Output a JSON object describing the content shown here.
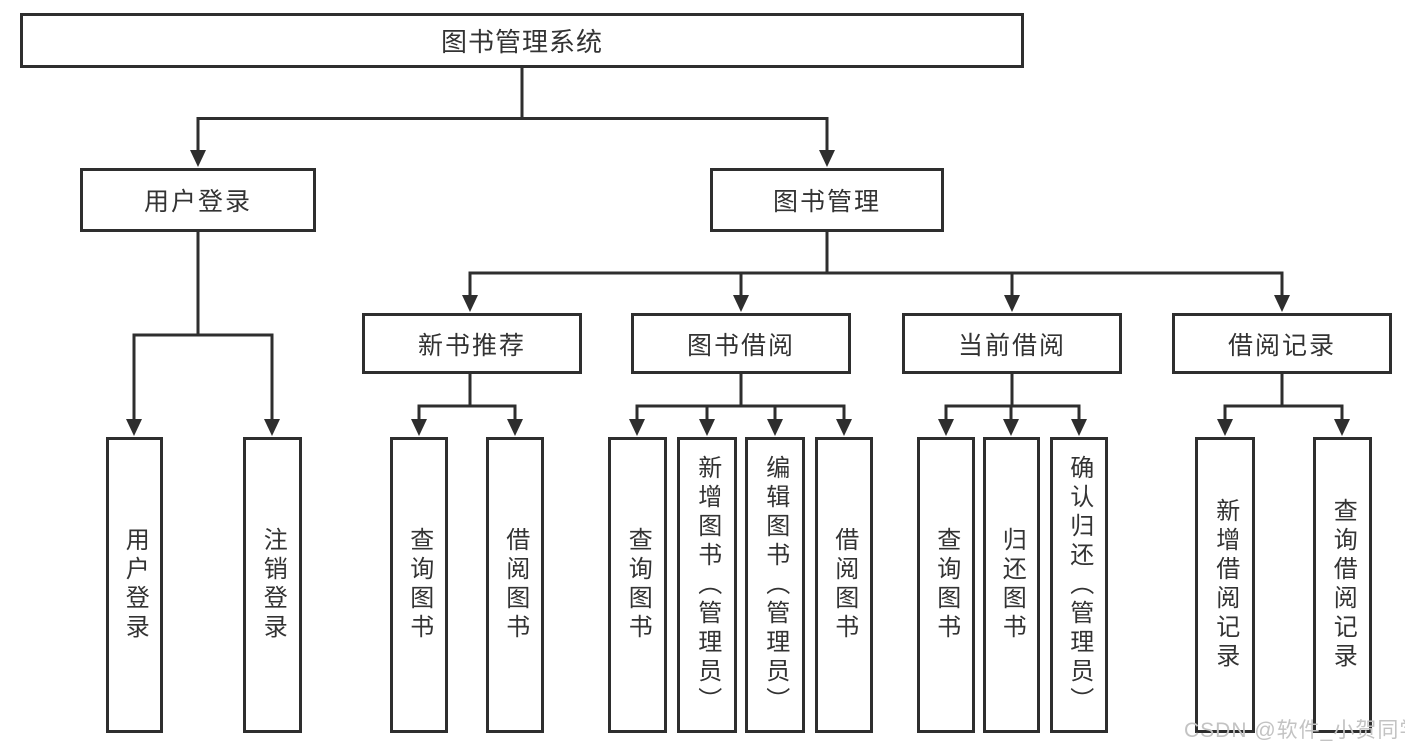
{
  "diagram": {
    "watermark": "CSDN @软件_小贺同学",
    "colors": {
      "line": "#2e2e2e",
      "border": "#2e2e2e",
      "text": "#333333",
      "watermark": "#c3c3c3",
      "background": "#ffffff"
    },
    "tree": {
      "label": "图书管理系统",
      "children": [
        {
          "label": "用户登录",
          "children": [
            {
              "label": "用户登录"
            },
            {
              "label": "注销登录"
            }
          ]
        },
        {
          "label": "图书管理",
          "children": [
            {
              "label": "新书推荐",
              "children": [
                {
                  "label": "查询图书"
                },
                {
                  "label": "借阅图书"
                }
              ]
            },
            {
              "label": "图书借阅",
              "children": [
                {
                  "label": "查询图书"
                },
                {
                  "label": "新增图书（管理员）"
                },
                {
                  "label": "编辑图书（管理员）"
                },
                {
                  "label": "借阅图书"
                }
              ]
            },
            {
              "label": "当前借阅",
              "children": [
                {
                  "label": "查询图书"
                },
                {
                  "label": "归还图书"
                },
                {
                  "label": "确认归还（管理员）"
                }
              ]
            },
            {
              "label": "借阅记录",
              "children": [
                {
                  "label": "新增借阅记录"
                },
                {
                  "label": "查询借阅记录"
                }
              ]
            }
          ]
        }
      ]
    }
  }
}
